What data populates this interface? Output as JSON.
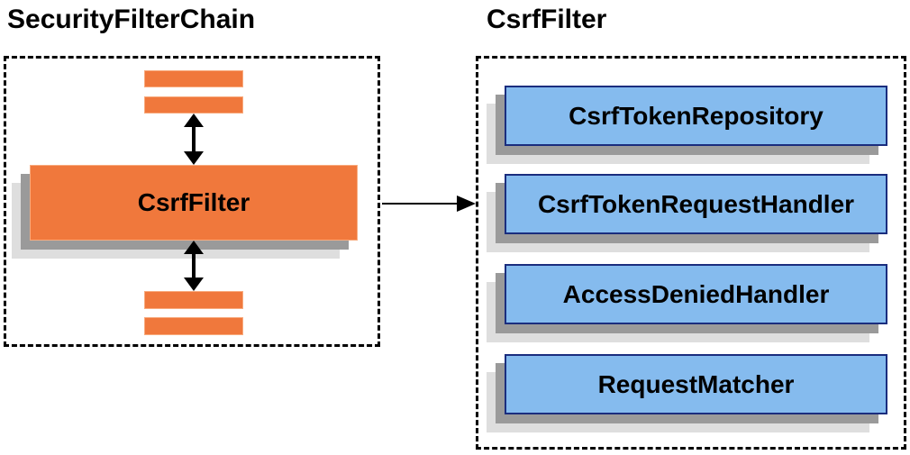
{
  "diagram": {
    "left": {
      "title": "SecurityFilterChain",
      "csrf_filter_label": "CsrfFilter"
    },
    "right": {
      "title": "CsrfFilter",
      "components": [
        "CsrfTokenRepository",
        "CsrfTokenRequestHandler",
        "AccessDeniedHandler",
        "RequestMatcher"
      ]
    }
  },
  "colors": {
    "orange": "#f0783c",
    "orange-border": "#f8ab7e",
    "blue": "#85bbee",
    "blue-border": "#1a2d7e",
    "shadow-dark": "#9a9a9a",
    "shadow-light": "#dedede",
    "arrow": "#000000",
    "text": "#000000"
  }
}
